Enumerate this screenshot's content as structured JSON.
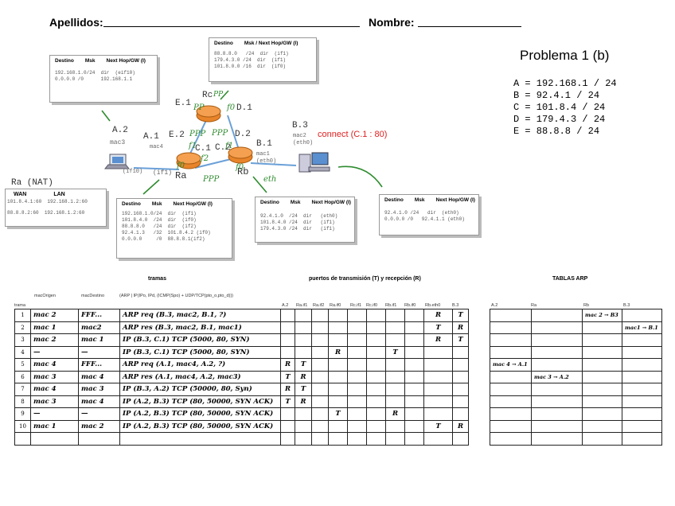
{
  "header": {
    "surname_label": "Apellidos:",
    "name_label": "Nombre:"
  },
  "problem_title": "Problema 1 (b)",
  "networks": [
    "A = 192.168.1 / 24",
    "B = 92.4.1 / 24",
    "C = 101.8.4 / 24",
    "D = 179.4.3 / 24",
    "E = 88.8.8 / 24"
  ],
  "routing_tables": {
    "a2": {
      "col1": "Destino",
      "col2": "Msk",
      "col3": "Next Hop/GW (I)",
      "rows": [
        "192.168.1.0/24  dir  (eif10)",
        "0.0.0.0 /0      192.168.1.1"
      ]
    },
    "rc": {
      "col1": "Destino",
      "col2": "Msk / Next Hop/GW (I)",
      "rows": [
        "88.8.8.0   /24  dir  (if1)",
        "179.4.3.0 /24  dir  (if1)",
        "101.8.0.0 /16  dir  (if0)"
      ]
    },
    "ra": {
      "col1": "Destino",
      "col2": "Msk",
      "col3": "Next Hop/GW (I)",
      "rows": [
        "192.168.1.0/24  dir  (if1)",
        "101.8.4.0  /24  dir  (if0)",
        "88.8.8.0   /24  dir  (if2)",
        "92.4.1.3   /32  101.8.4.2 (if0)",
        "0.0.0.0     /0  88.8.8.1(if2)"
      ]
    },
    "rb": {
      "col1": "Destino",
      "col2": "Msk",
      "col3": "Next Hop/GW (I)",
      "rows": [
        "92.4.1.0  /24  dir   (eth0)",
        "101.8.4.0 /24  dir   (if1)",
        "179.4.3.0 /24  dir   (if1)"
      ]
    },
    "b3": {
      "col1": "Destino",
      "col2": "Msk",
      "col3": "Next Hop/GW (I)",
      "rows": [
        "92.4.1.0 /24   dir  (eth0)",
        "0.0.0.0 /0   92.4.1.1 (eth0)"
      ]
    }
  },
  "nat_table": {
    "title": "Ra (NAT)",
    "col_wan": "WAN",
    "col_lan": "LAN",
    "rows": [
      [
        "101.8.4.1:60",
        "192.168.1.2:60"
      ],
      [
        "88.8.8.2:60",
        "192.168.1.2:60"
      ]
    ]
  },
  "diagram": {
    "router_rc": "Rc",
    "router_ra": "Ra",
    "router_rb": "Rb",
    "iface_e1": "E.1",
    "iface_d1": "D.1",
    "iface_e2": "E.2",
    "iface_d2": "D.2",
    "iface_c1": "C.1",
    "iface_c2": "C.2",
    "iface_b1": "B.1",
    "iface_a1": "A.1",
    "host_a2": "A.2",
    "mac_a2": "mac3",
    "host_b3": "B.3",
    "mac_b3": "mac2",
    "b3_iface": "(eth0)",
    "mac_a1": "mac4",
    "mac_b1": "mac1",
    "b1_iface": "(eth0)",
    "a2_iface": "(if10)",
    "ra_if1": "(if1)",
    "connect": "connect (C.1 : 80)",
    "anno_pp1": "PP",
    "anno_pp2": "PPP",
    "anno_pp3": "PP",
    "anno_pp4": "PPP",
    "anno_pp5": "PPP",
    "anno_eth": "eth",
    "anno_f0": "f0",
    "anno_f1": "f1",
    "anno_f2": "f0",
    "anno_f3": "f2",
    "anno_f4": "f1",
    "anno_f5": "f0"
  },
  "frames": {
    "section_title": "tramas",
    "mac_src_header": "macOrigen",
    "mac_dst_header": "macDestino",
    "proto_header": "(ARP | IP(IPo, IPd, (ICMP(Spo) + UDP/TCP(pto_o,pto_d)))",
    "frame_label": "trama",
    "rows": [
      {
        "n": "1",
        "src": "mac 2",
        "dst": "FFF...",
        "proto": "ARP req (B.3, mac2, B.1, ?)"
      },
      {
        "n": "2",
        "src": "mac 1",
        "dst": "mac2",
        "proto": "ARP res (B.3, mac2, B.1, mac1)"
      },
      {
        "n": "3",
        "src": "mac 2",
        "dst": "mac 1",
        "proto": "IP (B.3, C.1) TCP (5000, 80, SYN)"
      },
      {
        "n": "4",
        "src": "—",
        "dst": "—",
        "proto": "IP (B.3, C.1) TCP (5000, 80, SYN)"
      },
      {
        "n": "5",
        "src": "mac 4",
        "dst": "FFF...",
        "proto": "ARP req (A.1, mac4, A.2, ?)"
      },
      {
        "n": "6",
        "src": "mac 3",
        "dst": "mac 4",
        "proto": "ARP res (A.1, mac4, A.2, mac3)"
      },
      {
        "n": "7",
        "src": "mac 4",
        "dst": "mac 3",
        "proto": "IP (B.3, A.2) TCP (50000, 80, Syn)"
      },
      {
        "n": "8",
        "src": "mac 3",
        "dst": "mac 4",
        "proto": "IP (A.2, B.3) TCP (80, 50000, SYN ACK)"
      },
      {
        "n": "9",
        "src": "—",
        "dst": "—",
        "proto": "IP (A.2, B.3) TCP (80, 50000, SYN ACK)"
      },
      {
        "n": "10",
        "src": "mac 1",
        "dst": "mac 2",
        "proto": "IP (A.2, B.3) TCP (80, 50000, SYN ACK)"
      }
    ]
  },
  "ports": {
    "section_title": "puertos de transmisión (T) y recepción (R)",
    "columns": [
      "A.2",
      "Ra.if1",
      "Ra.if2",
      "Ra.if0",
      "Rc.if1",
      "Rc.if0",
      "Rb.if1",
      "Rb.if0",
      "Rb.eth0",
      "B.3"
    ],
    "rows": [
      [
        "",
        "",
        "",
        "",
        "",
        "",
        "",
        "",
        "R",
        "T"
      ],
      [
        "",
        "",
        "",
        "",
        "",
        "",
        "",
        "",
        "T",
        "R"
      ],
      [
        "",
        "",
        "",
        "",
        "",
        "",
        "",
        "",
        "R",
        "T"
      ],
      [
        "",
        "",
        "",
        "R",
        "",
        "",
        "T",
        "",
        "",
        ""
      ],
      [
        "R",
        "T",
        "",
        "",
        "",
        "",
        "",
        "",
        "",
        ""
      ],
      [
        "T",
        "R",
        "",
        "",
        "",
        "",
        "",
        "",
        "",
        ""
      ],
      [
        "R",
        "T",
        "",
        "",
        "",
        "",
        "",
        "",
        "",
        ""
      ],
      [
        "T",
        "R",
        "",
        "",
        "",
        "",
        "",
        "",
        "",
        ""
      ],
      [
        "",
        "",
        "",
        "T",
        "",
        "",
        "R",
        "",
        "",
        ""
      ],
      [
        "",
        "",
        "",
        "",
        "",
        "",
        "",
        "",
        "T",
        "R"
      ]
    ]
  },
  "arp": {
    "section_title": "TABLAS ARP",
    "columns": [
      "A.2",
      "Ra",
      "Rb",
      "B.3"
    ],
    "rows": [
      [
        "",
        "",
        "mac 2 → B3",
        ""
      ],
      [
        "",
        "",
        "",
        "mac1 → B.1"
      ],
      [
        "",
        "",
        "",
        ""
      ],
      [
        "",
        "",
        "",
        ""
      ],
      [
        "mac 4 → A.1",
        "",
        "",
        ""
      ],
      [
        "",
        "mac 3 → A.2",
        "",
        ""
      ],
      [
        "",
        "",
        "",
        ""
      ],
      [
        "",
        "",
        "",
        ""
      ],
      [
        "",
        "",
        "",
        ""
      ],
      [
        "",
        "",
        "",
        ""
      ],
      [
        "",
        "",
        "",
        ""
      ]
    ]
  },
  "colors": {
    "handwriting_green": "#2e8b2e",
    "router_orange": "#e8842a",
    "connect_red": "#e02020"
  }
}
